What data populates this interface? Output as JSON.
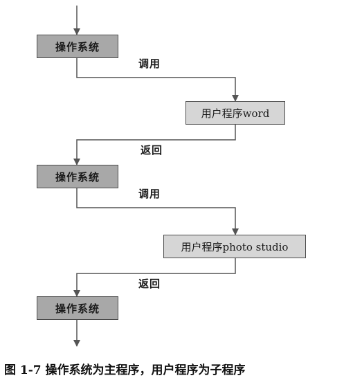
{
  "nodes": {
    "os1": "操作系统",
    "app_word": "用户程序word",
    "os2": "操作系统",
    "app_photo": "用户程序photo studio",
    "os3": "操作系统"
  },
  "edges": {
    "call1": "调用",
    "return1": "返回",
    "call2": "调用",
    "return2": "返回"
  },
  "caption": "图 1-7   操作系统为主程序，用户程序为子程序"
}
